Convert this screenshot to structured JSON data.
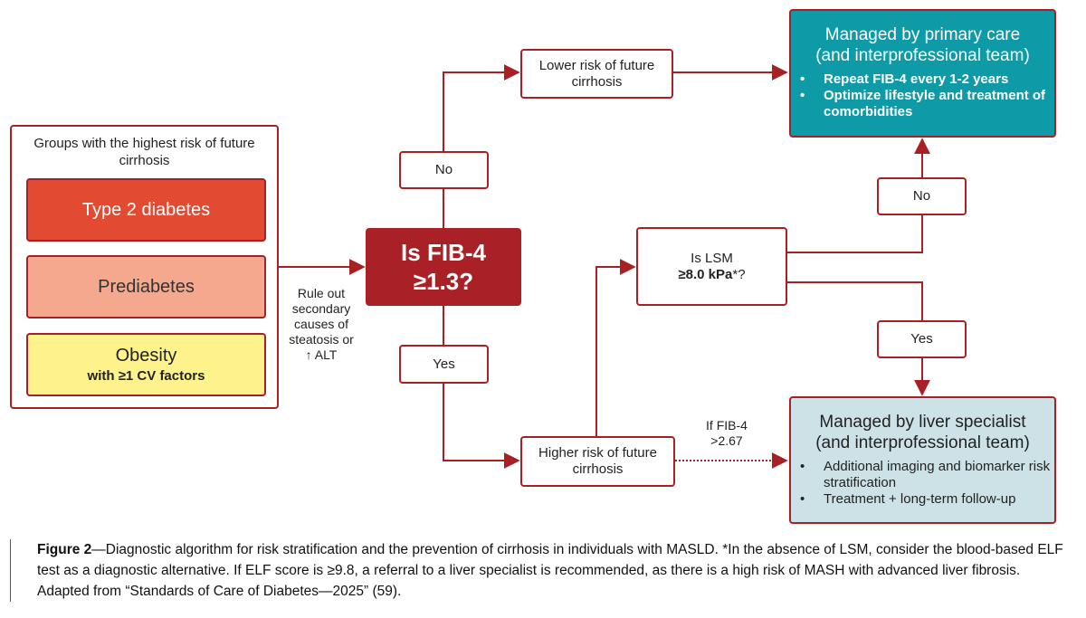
{
  "groups": {
    "title": "Groups with the highest risk of future cirrhosis",
    "items": [
      {
        "label": "Type 2 diabetes",
        "color": "#e24b32"
      },
      {
        "label": "Prediabetes",
        "color": "#f4a98e"
      },
      {
        "label": "Obesity",
        "sublabel": "with ≥1 CV factors",
        "color": "#fdf28c"
      }
    ]
  },
  "rule_out": "Rule out secondary causes of steatosis or ↑ ALT",
  "fib4": {
    "line1": "Is FIB-4",
    "line2": "≥1.3?",
    "color": "#a92026"
  },
  "no_1": "No",
  "yes_1": "Yes",
  "lower_risk": "Lower risk of future cirrhosis",
  "higher_risk": "Higher risk of future cirrhosis",
  "lsm": {
    "line1": "Is LSM",
    "bold": "≥8.0 kPa",
    "suffix": "*?"
  },
  "no_2": "No",
  "yes_2": "Yes",
  "primary": {
    "title_line1": "Managed by primary care",
    "title_line2": "(and interprofessional team)",
    "bullets": [
      "Repeat FIB-4 every 1-2 years",
      "Optimize lifestyle and treatment of comorbidities"
    ],
    "color": "#0e9aa7"
  },
  "specialist": {
    "title_line1": "Managed by liver specialist",
    "title_line2": "(and interprofessional team)",
    "bullets": [
      "Additional imaging and biomarker risk stratification",
      "Treatment + long-term follow-up"
    ],
    "color": "#cde2e6"
  },
  "fib_note": {
    "line1": "If FIB-4",
    "line2": ">2.67"
  },
  "caption": {
    "figure_label": "Figure 2",
    "text": "—Diagnostic algorithm for risk stratification and the prevention of cirrhosis in individuals with MASLD. *In the absence of LSM, consider the blood-based ELF test as a diagnostic alternative. If ELF score is ≥9.8, a referral to a liver specialist is recommended, as there is a high risk of MASH with advanced liver fibrosis. Adapted from “Standards of Care of Diabetes—2025” (59)."
  },
  "colors": {
    "border": "#a82024",
    "arrow": "#a82024"
  }
}
